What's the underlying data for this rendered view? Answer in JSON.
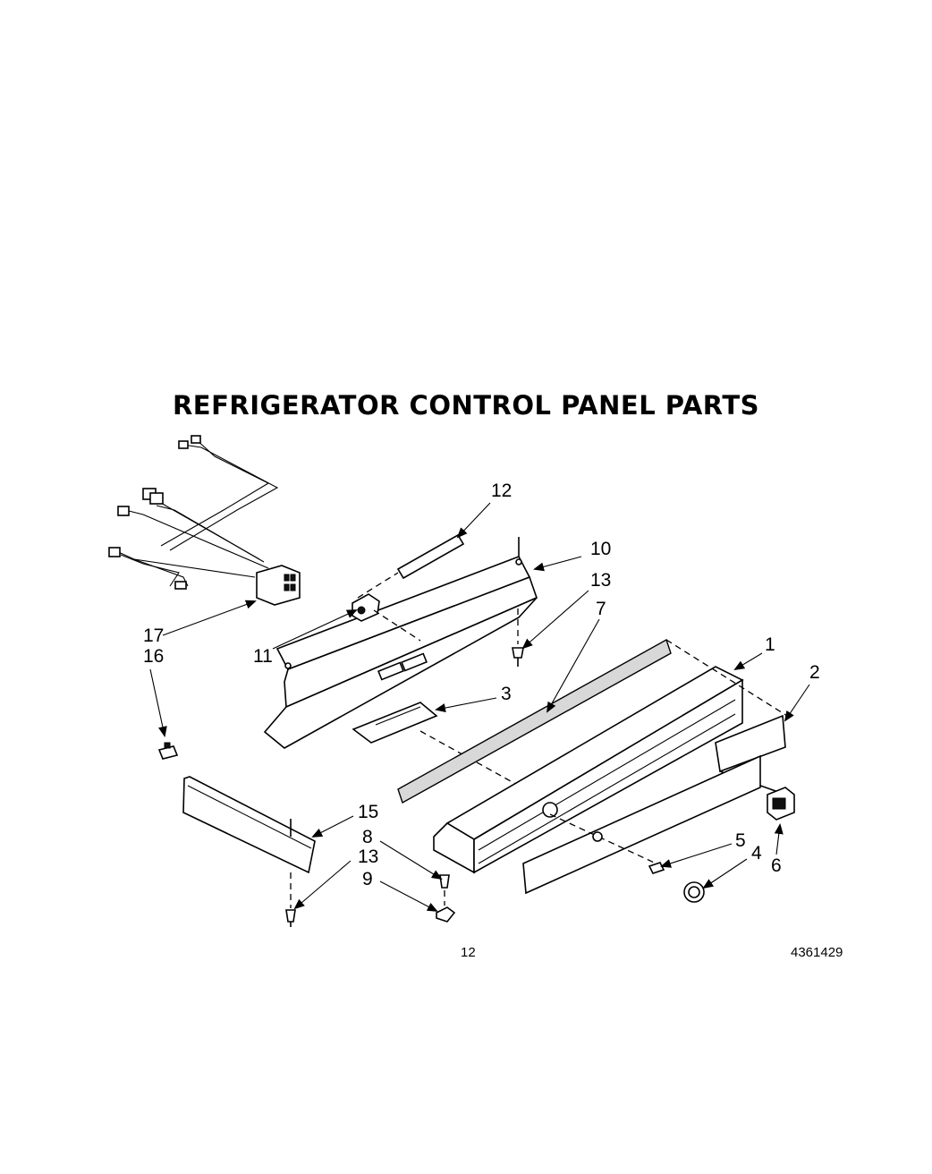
{
  "title": "REFRIGERATOR CONTROL PANEL PARTS",
  "callouts": {
    "c1": "1",
    "c2": "2",
    "c3": "3",
    "c4": "4",
    "c5": "5",
    "c6": "6",
    "c7": "7",
    "c8": "8",
    "c9": "9",
    "c10": "10",
    "c11": "11",
    "c12": "12",
    "c13a": "13",
    "c13b": "13",
    "c15": "15",
    "c16": "16",
    "c17": "17"
  },
  "footer": {
    "page_number": "12",
    "part_number": "4361429"
  }
}
